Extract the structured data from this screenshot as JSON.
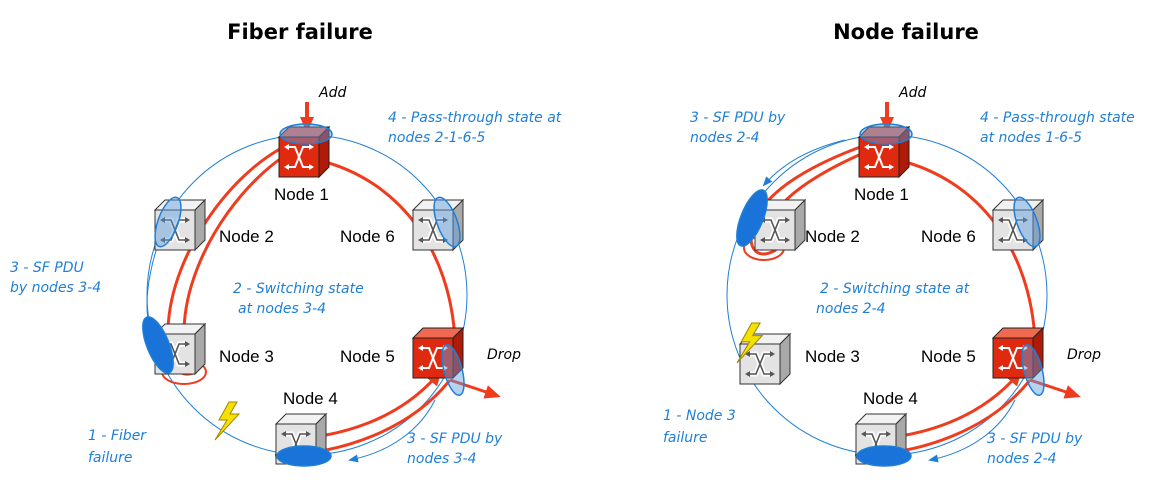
{
  "panels": [
    {
      "title": "Fiber failure",
      "nodes": [
        "Node 1",
        "Node 2",
        "Node 6",
        "Node 3",
        "Node 5",
        "Node 4"
      ],
      "add": "Add",
      "drop": "Drop",
      "notes": {
        "pass_1": "4 - Pass-through state at",
        "pass_2": "nodes 2-1-6-5",
        "switch_1": "2 - Switching state",
        "switch_2": "at nodes 3-4",
        "sf_left_1": "3 - SF PDU",
        "sf_left_2": "by nodes 3-4",
        "sf_bottom_1": "3 - SF PDU by",
        "sf_bottom_2": "nodes 3-4",
        "fail_1": "1 - Fiber",
        "fail_2": "failure"
      }
    },
    {
      "title": "Node failure",
      "nodes": [
        "Node 1",
        "Node 2",
        "Node 6",
        "Node 3",
        "Node 5",
        "Node 4"
      ],
      "add": "Add",
      "drop": "Drop",
      "notes": {
        "pass_1": "4 - Pass-through state",
        "pass_2": "at nodes 1-6-5",
        "switch_1": "2 - Switching state at",
        "switch_2": "nodes 2-4",
        "sf_top_1": "3 - SF PDU by",
        "sf_top_2": "nodes 2-4",
        "sf_bottom_1": "3 - SF PDU by",
        "sf_bottom_2": "nodes 2-4",
        "fail_1": "1 - Node 3",
        "fail_2": "failure"
      }
    }
  ],
  "colors": {
    "protection_ring": "#1f7fd6",
    "traffic": "#f03c1e",
    "active_node": "#e02a10",
    "idle_node": "#d8d8d8",
    "failure": "#f5e000"
  }
}
